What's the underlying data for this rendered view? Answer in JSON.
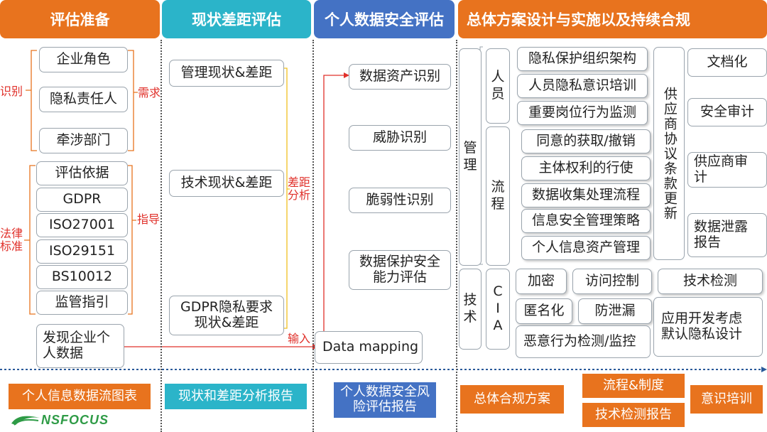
{
  "headers": {
    "col1": "评估准备",
    "col2": "现状差距评估",
    "col3": "个人数据安全评估",
    "col4": "总体方案设计与实施以及持续合规"
  },
  "col1": {
    "identify_label": "识别",
    "needs_label": "需求",
    "identify_items": [
      "企业角色",
      "隐私责任人",
      "牵涉部门"
    ],
    "law_label": "法律标准",
    "guide_label": "指导",
    "law_items": [
      "评估依据",
      "GDPR",
      "ISO27001",
      "ISO29151",
      "BS10012",
      "监管指引"
    ],
    "discover": "发现企业个人数据"
  },
  "col2": {
    "items": [
      "管理现状&差距",
      "技术现状&差距",
      "GDPR隐私要求现状&差距"
    ],
    "gap_label": "差距分析",
    "input_label": "输入"
  },
  "col3": {
    "items": [
      "数据资产识别",
      "威胁识别",
      "脆弱性识别",
      "数据保护安全能力评估"
    ],
    "mapping": "Data mapping"
  },
  "col4": {
    "management": "管理",
    "technology": "技术",
    "personnel": "人员",
    "process": "流程",
    "cia": "CIA",
    "personnel_items": [
      "隐私保护组织架构",
      "人员隐私意识培训",
      "重要岗位行为监测"
    ],
    "process_items": [
      "同意的获取/撤销",
      "主体权利的行使",
      "数据收集处理流程",
      "信息安全管理策略",
      "个人信息资产管理"
    ],
    "supplier": "供应商协议条款更新",
    "right_items": [
      "文档化",
      "安全审计",
      "供应商审计",
      "数据泄露报告"
    ],
    "tech_items": [
      "加密",
      "访问控制",
      "技术检测",
      "匿名化",
      "防泄漏",
      "恶意行为检测/监控",
      "应用开发考虑默认隐私设计"
    ]
  },
  "footer": {
    "col1": "个人信息数据流图表",
    "col2": "现状和差距分析报告",
    "col3": "个人数据安全风险评估报告",
    "col4_a": "总体合规方案",
    "col4_b": "流程&制度",
    "col4_c": "技术检测报告",
    "col4_d": "意识培训",
    "logo": "NSFOCUS"
  },
  "colors": {
    "orange": "#e8731e",
    "teal": "#2bb4c9",
    "blue": "#4472c4",
    "red": "#e0302a",
    "logo_green": "#2e9b46"
  }
}
